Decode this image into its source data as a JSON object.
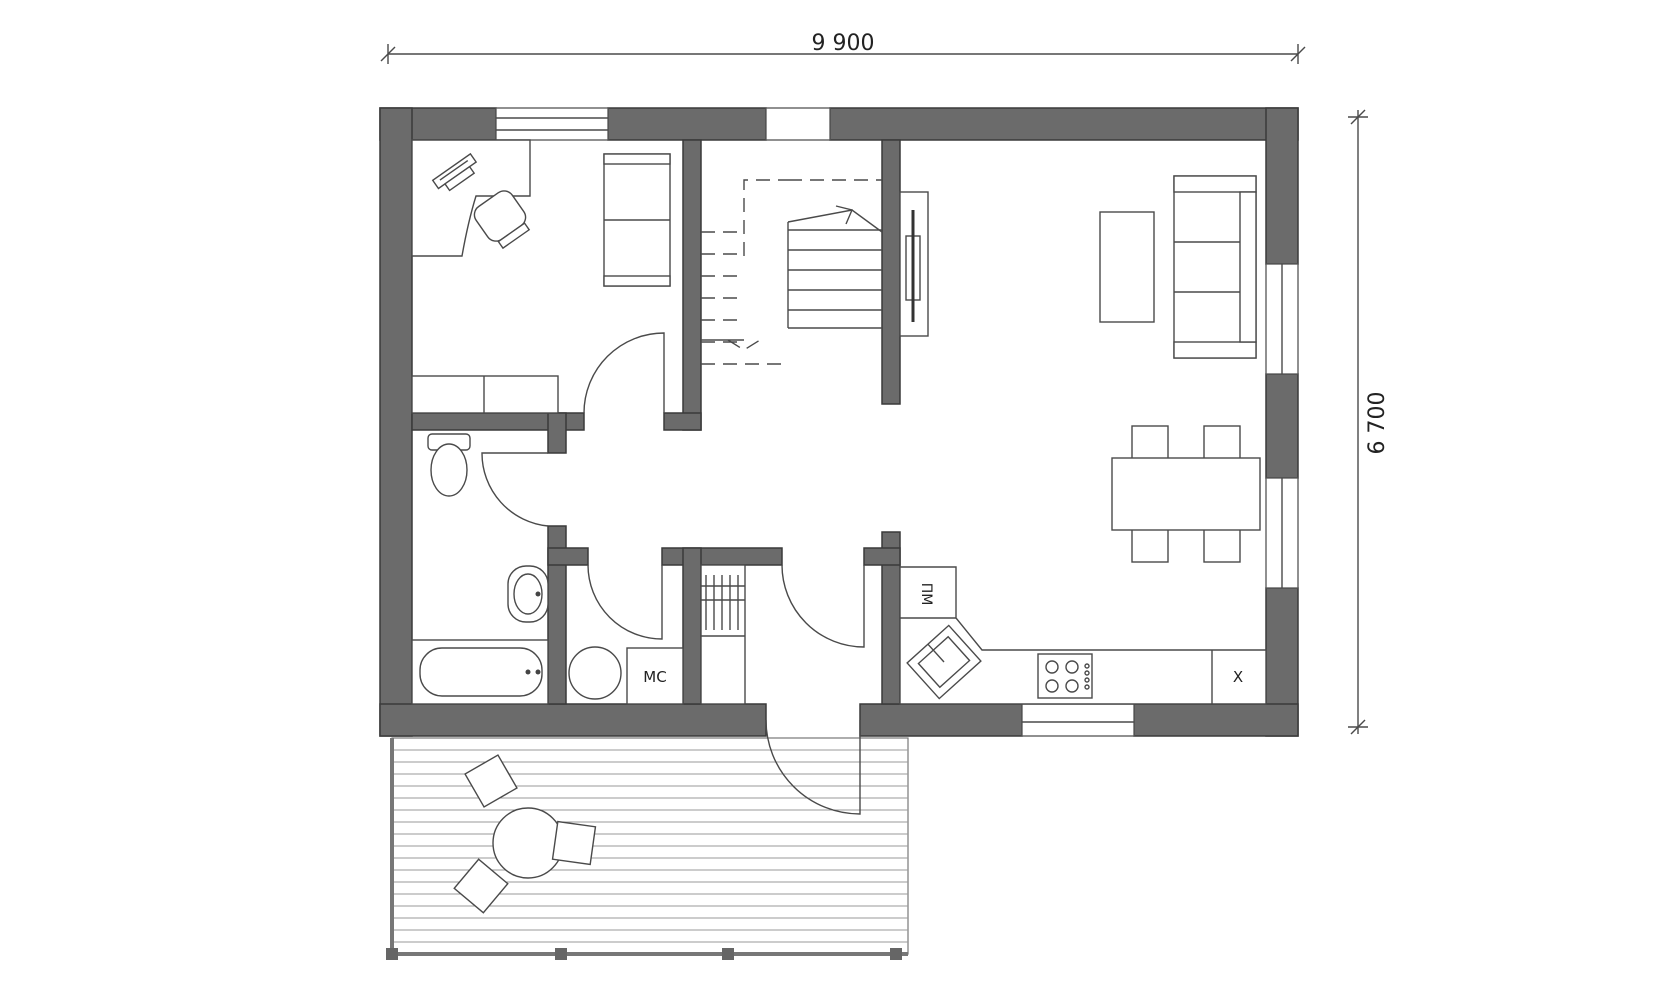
{
  "dimensions": {
    "width_label": "9 900",
    "height_label": "6 700"
  },
  "fixture_labels": {
    "washing_machine": "МС",
    "dishwasher": "ПМ",
    "fridge": "Х"
  }
}
